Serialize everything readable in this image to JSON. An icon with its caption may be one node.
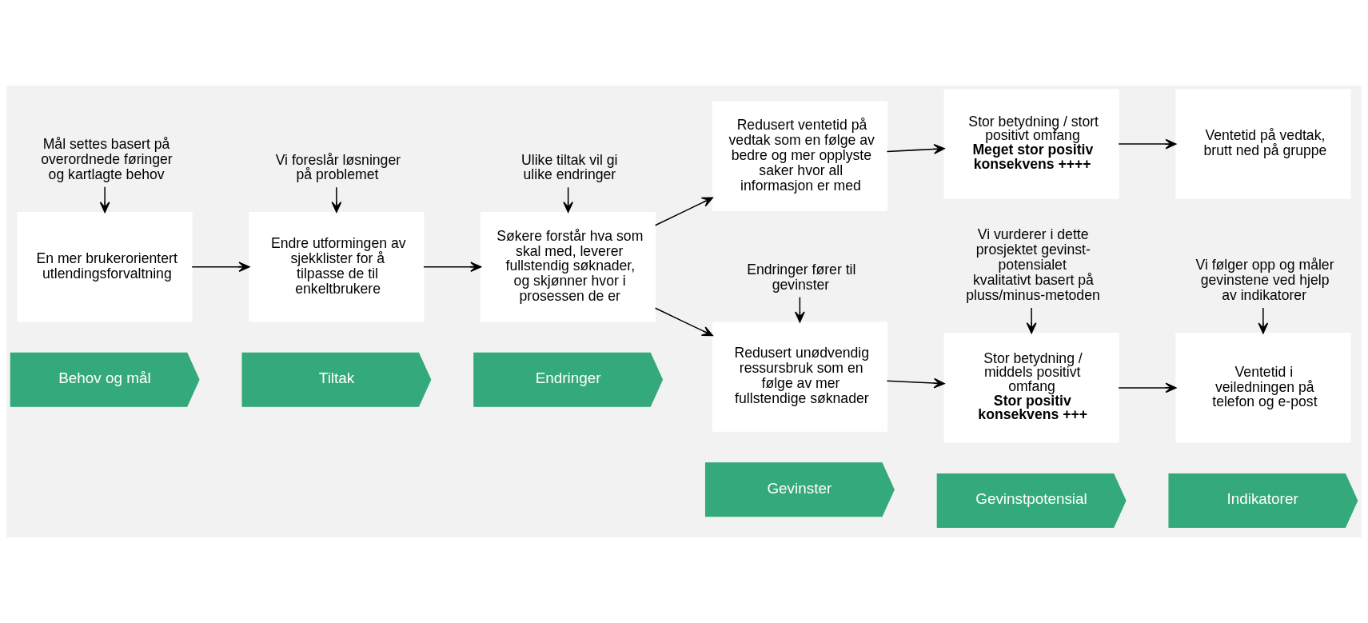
{
  "diagram": {
    "nodes": [
      {
        "text": [
          "Behov og mål"
        ]
      },
      {
        "text": [
          "Tiltak"
        ]
      },
      {
        "text": [
          "Endringer"
        ]
      },
      {
        "text": [
          "Gevinster"
        ]
      },
      {
        "text": [
          "Gevinstpotensial"
        ]
      },
      {
        "text": [
          "Indikatorer"
        ]
      },
      {
        "text": [
          "En mer brukerorientert utlendingsforvaltning"
        ]
      },
      {
        "text": [
          "Endre utformingen av sjekklister for å tilpasse de til enkeltbrukere"
        ]
      },
      {
        "text": [
          "Søkere forstår hva som skal med, leverer fullstendig søknader, og skjønner hvor i prosessen de er"
        ]
      },
      {
        "text": [
          "Redusert ventetid på vedtak som en følge av bedre og mer opplyste saker hvor all informasjon er med"
        ]
      },
      {
        "text": [
          "Stor betydning / stort positivt omfang",
          "Meget stor positiv konsekvens ++++"
        ]
      },
      {
        "text": [
          "Ventetid på vedtak, brutt ned på gruppe"
        ]
      },
      {
        "text": [
          "Redusert unødvendig ressursbruk som en følge av mer fullstendige søknader"
        ]
      },
      {
        "text": [
          "Stor betydning / middels positivt omfang",
          "Stor positiv konsekvens +++"
        ]
      },
      {
        "text": [
          "Ventetid i veiledningen på telefon og e-post"
        ]
      },
      {
        "text": [
          "Mål settes basert på overordnede føringer og kartlagte behov"
        ]
      },
      {
        "text": [
          "Vi foreslår løsninger på problemet"
        ]
      },
      {
        "text": [
          "Ulike tiltak vil gi ulike endringer"
        ]
      },
      {
        "text": [
          "Endringer fører til gevinster"
        ]
      },
      {
        "text": [
          "Vi vurderer i dette prosjektet gevinst-potensialet kvalitativt basert på pluss/minus-metoden"
        ]
      },
      {
        "text": [
          "Vi følger opp og måler gevinstene ved hjelp av indikatorer"
        ]
      }
    ],
    "edges": [
      {
        "from": 6,
        "to": 7,
        "arrow": "to"
      },
      {
        "from": 7,
        "to": 8,
        "arrow": "to"
      },
      {
        "from": 8,
        "to": 9,
        "arrow": "to"
      },
      {
        "from": 8,
        "to": 12,
        "arrow": "to"
      },
      {
        "from": 9,
        "to": 10,
        "arrow": "to"
      },
      {
        "from": 10,
        "to": 11,
        "arrow": "to"
      },
      {
        "from": 12,
        "to": 13,
        "arrow": "to"
      },
      {
        "from": 13,
        "to": 14,
        "arrow": "to"
      },
      {
        "from": 15,
        "to": 6,
        "arrow": "to"
      },
      {
        "from": 16,
        "to": 7,
        "arrow": "to"
      },
      {
        "from": 17,
        "to": 8,
        "arrow": "to"
      },
      {
        "from": 18,
        "to": 12,
        "arrow": "to"
      },
      {
        "from": 19,
        "to": 13,
        "arrow": "to"
      },
      {
        "from": 20,
        "to": 14,
        "arrow": "to"
      }
    ]
  }
}
